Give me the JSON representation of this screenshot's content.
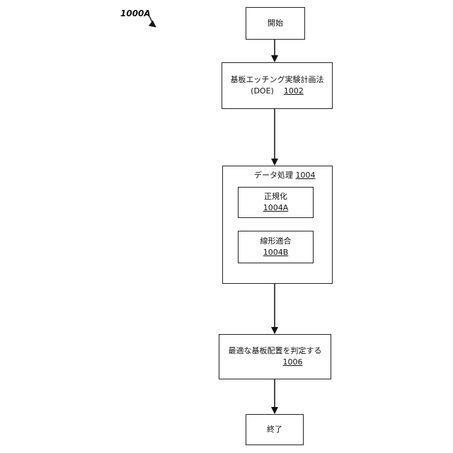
{
  "figure_label": "1000A",
  "nodes": {
    "start": {
      "label": "開始"
    },
    "doe": {
      "line1": "基板エッチング実験計画法",
      "line2": "(DOE)",
      "ref": "1002"
    },
    "data_processing": {
      "title": "データ処理",
      "ref": "1004",
      "sub_a": {
        "label": "正規化",
        "ref": "1004A"
      },
      "sub_b": {
        "label": "線形適合",
        "ref": "1004B"
      }
    },
    "optimal": {
      "label": "最適な基板配置を判定する",
      "ref": "1006"
    },
    "end": {
      "label": "終了"
    }
  }
}
